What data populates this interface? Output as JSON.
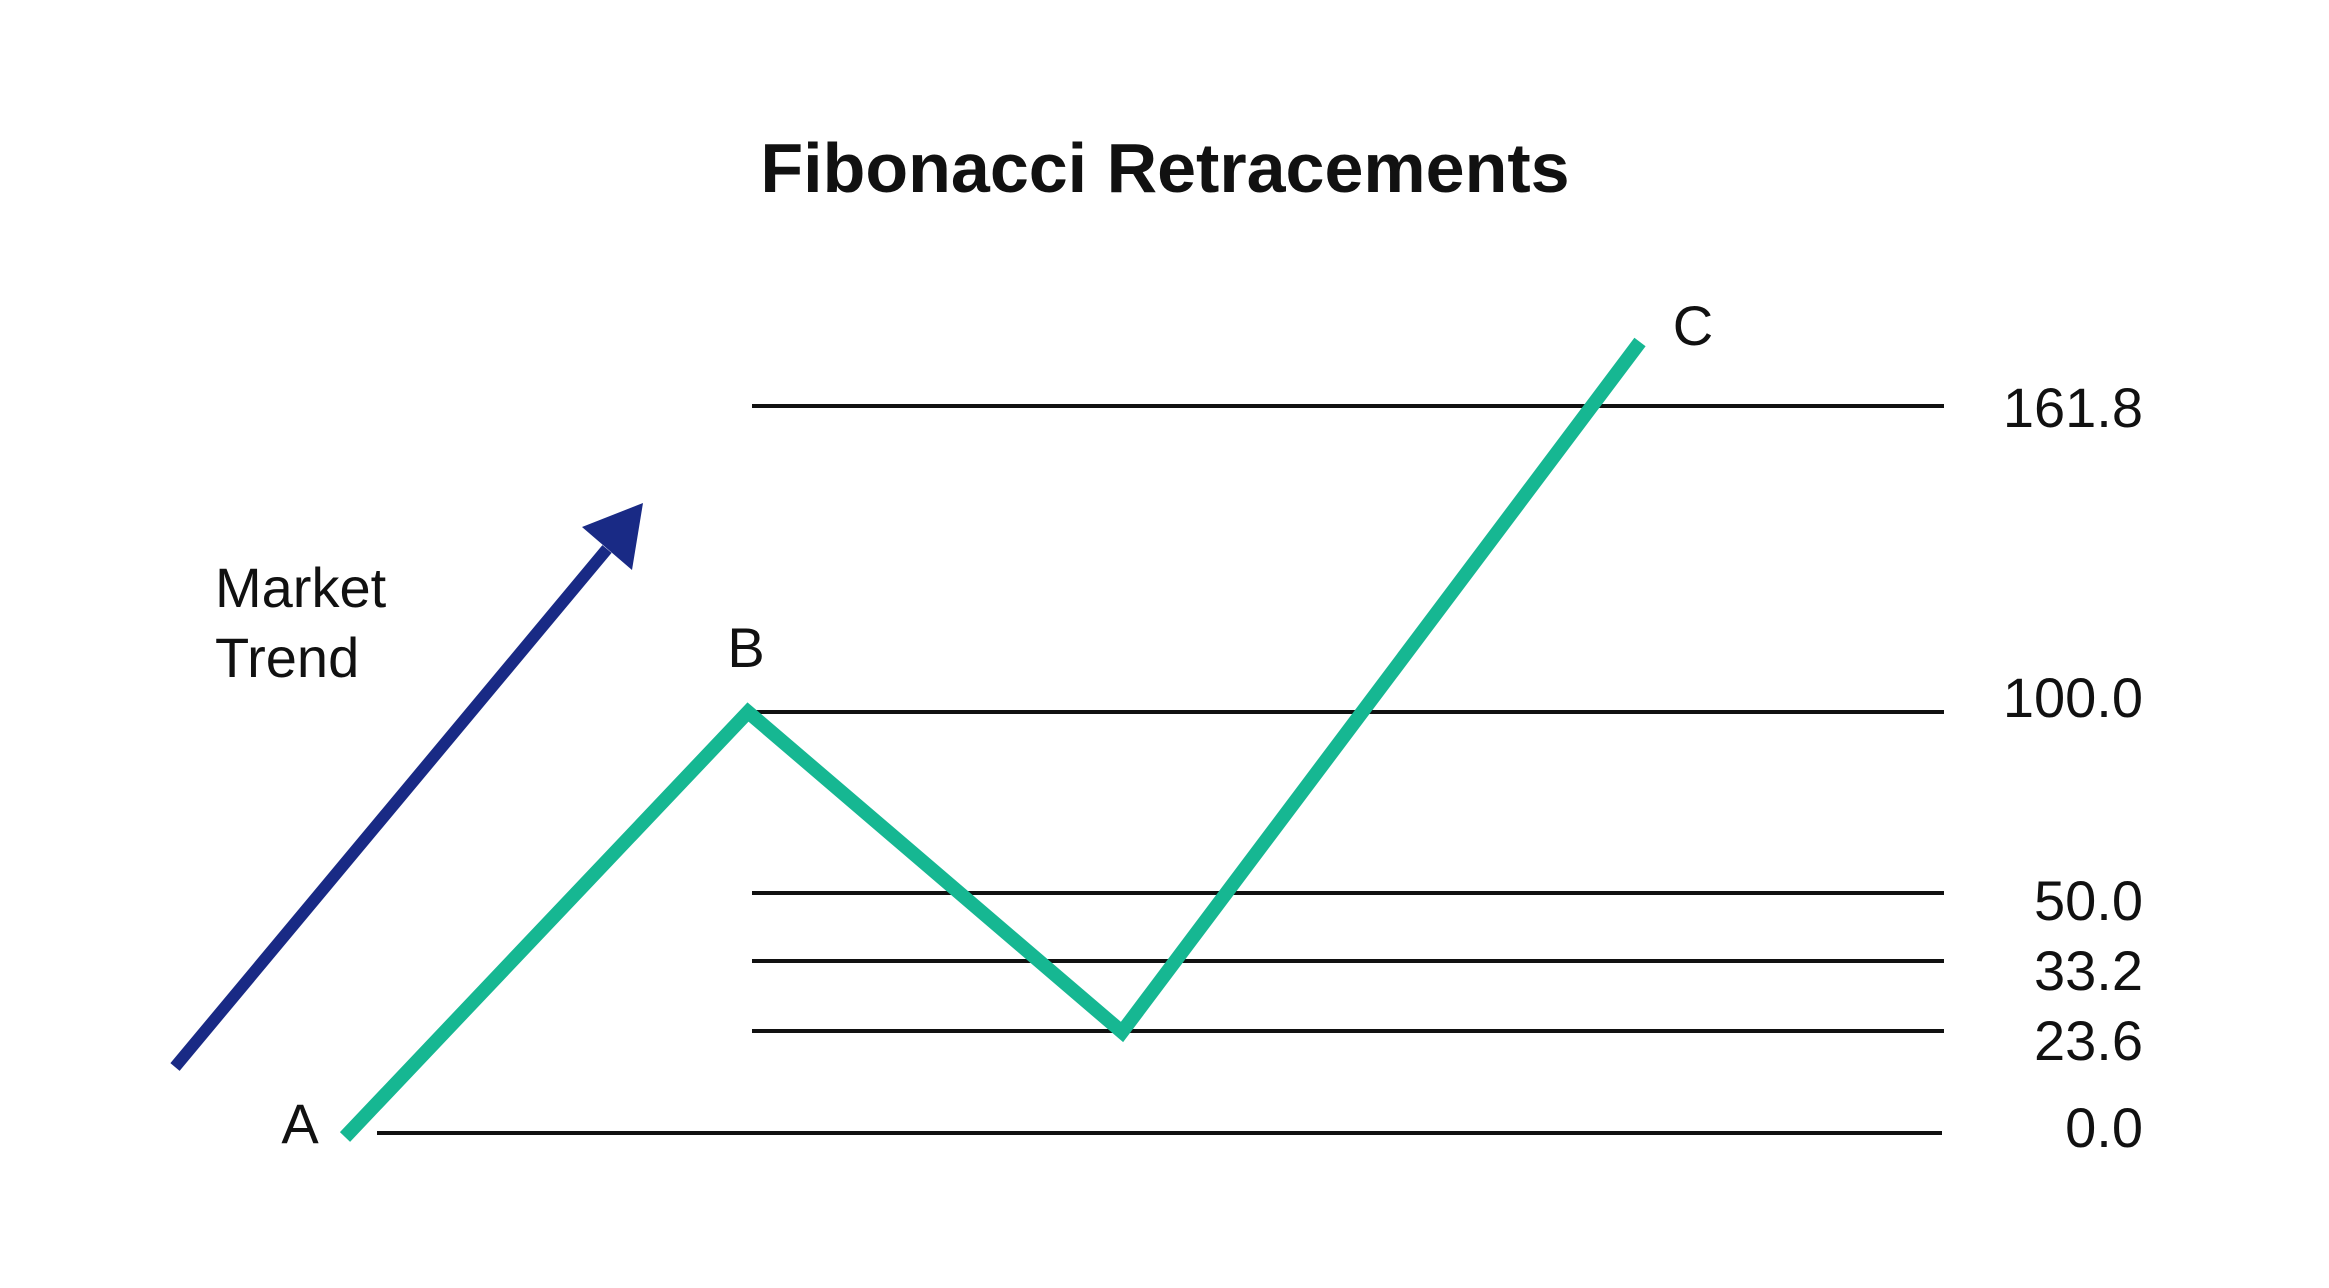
{
  "title": "Fibonacci Retracements",
  "colors": {
    "wave_line": "#16b792",
    "trend_arrow": "#192a85",
    "level_line": "#111111",
    "text": "#111111",
    "background": "#ffffff"
  },
  "annotations": {
    "market_trend_line1": "Market",
    "market_trend_line2": "Trend",
    "point_a": "A",
    "point_b": "B",
    "point_c": "C"
  },
  "chart_data": {
    "type": "line",
    "title": "Fibonacci Retracements",
    "levels": [
      {
        "label": "161.8",
        "value": 161.8
      },
      {
        "label": "100.0",
        "value": 100.0
      },
      {
        "label": "50.0",
        "value": 50.0
      },
      {
        "label": "33.2",
        "value": 33.2
      },
      {
        "label": "23.6",
        "value": 23.6
      },
      {
        "label": "0.0",
        "value": 0.0
      }
    ],
    "price_path": {
      "series_name": "price wave A-B-C",
      "points": [
        {
          "name": "A",
          "level": 0.0
        },
        {
          "name": "B",
          "level": 100.0
        },
        {
          "name": "retracement_low",
          "level": 23.6
        },
        {
          "name": "C",
          "level": 177.0
        }
      ]
    },
    "annotations": [
      "Market Trend"
    ],
    "legend_position": "none",
    "grid": "horizontal-level-lines",
    "ylim": [
      0,
      185
    ]
  }
}
